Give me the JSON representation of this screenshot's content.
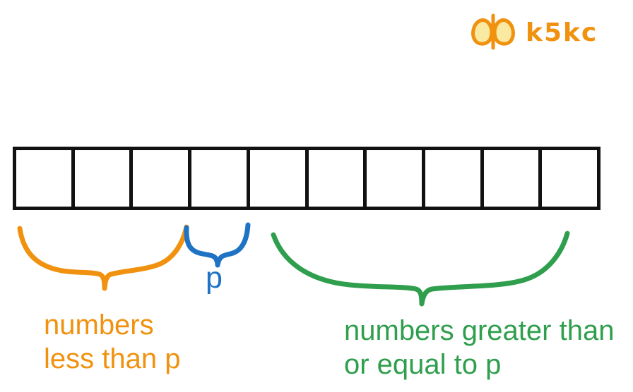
{
  "colors": {
    "orange": "#F0920F",
    "blue": "#1F73C4",
    "green": "#2F9E4D",
    "ink": "#111111",
    "logo_fill": "#FAE9A0"
  },
  "watermark": {
    "brand": "k5kc"
  },
  "strip": {
    "box_count": 10
  },
  "annotations": {
    "less_label": "numbers\nless than p",
    "p_label": "p",
    "gte_label": "numbers greater than\nor equal to p"
  }
}
